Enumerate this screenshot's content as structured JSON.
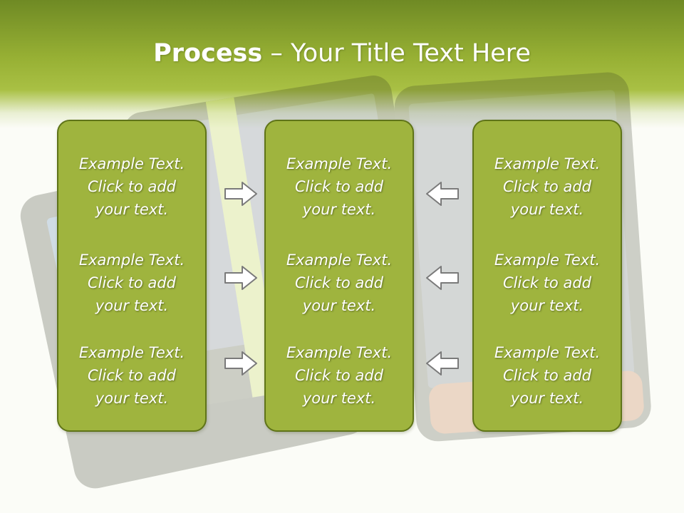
{
  "slide": {
    "title_bold": "Process",
    "title_rest": " – Your Title Text Here"
  },
  "colors": {
    "header_green": "#97b034",
    "panel_fill": "#9fb43e",
    "panel_border": "#5f7418",
    "arrow_fill": "#ffffff",
    "arrow_stroke": "#7a7a7a"
  },
  "columns": [
    {
      "items": [
        "Example Text.\nClick  to add\nyour text.",
        "Example Text.\nClick  to add\nyour text.",
        "Example Text.\nClick  to add\nyour text."
      ]
    },
    {
      "items": [
        "Example Text.\nClick  to add\nyour text.",
        "Example Text.\nClick  to add\nyour text.",
        "Example Text.\nClick  to add\nyour text."
      ]
    },
    {
      "items": [
        "Example Text.\nClick  to add\nyour text.",
        "Example Text.\nClick  to add\nyour text.",
        "Example Text.\nClick  to add\nyour text."
      ]
    }
  ],
  "arrows": {
    "left_group_direction": "right",
    "right_group_direction": "left",
    "count_per_group": 3,
    "icon": "block-arrow-icon"
  }
}
